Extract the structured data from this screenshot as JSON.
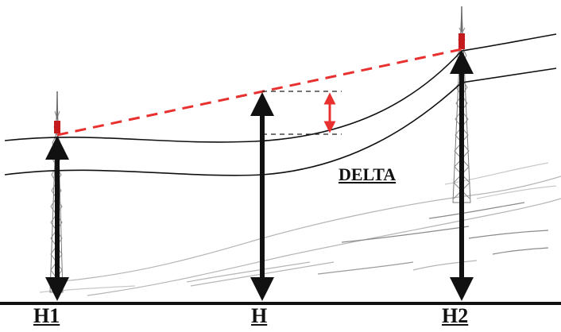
{
  "labels": {
    "h1": "H1",
    "h": "H",
    "h2": "H2",
    "delta": "DELTA"
  },
  "colors": {
    "ink": "#111111",
    "sightline": "#e8312f",
    "tower_accent": "#c41c1c",
    "terrain": "#b5b5b5",
    "dashes": "#222222"
  }
}
